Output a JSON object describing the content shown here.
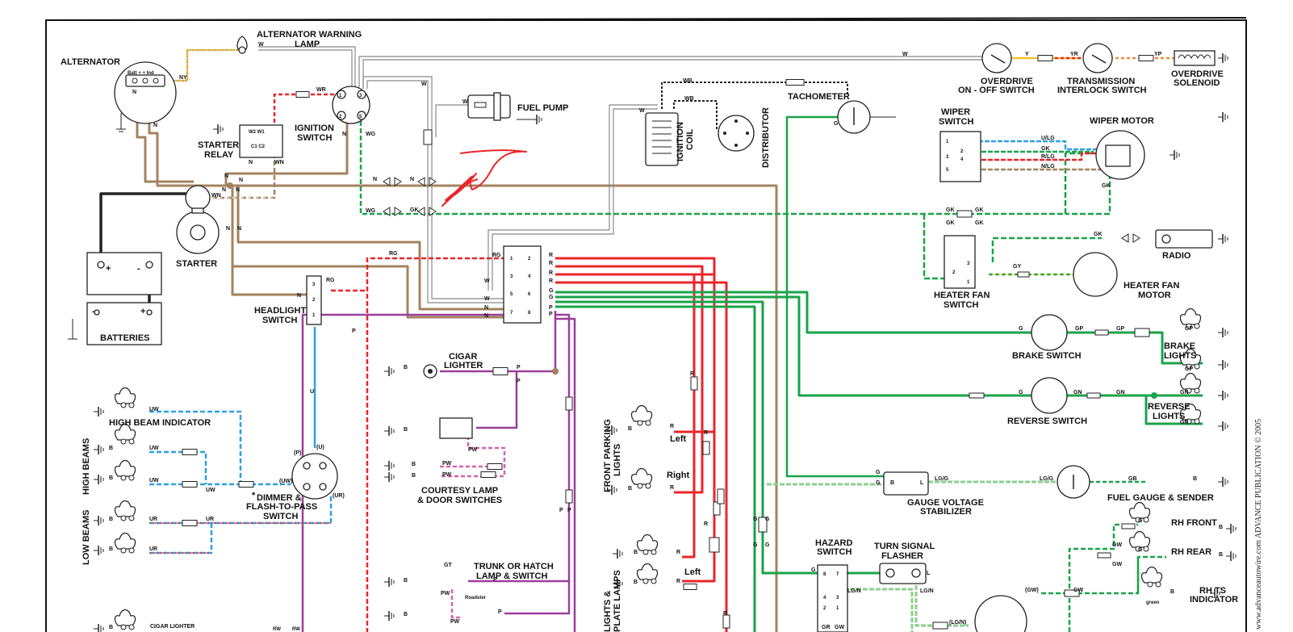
{
  "labels": {
    "alternator_warning_lamp_1": "ALTERNATOR WARNING",
    "alternator_warning_lamp_2": "LAMP",
    "alternator": "ALTERNATOR",
    "alt_terminals": "Batt + + Ind",
    "ignition_switch_1": "IGNITION",
    "ignition_switch_2": "SWITCH",
    "starter_relay_1": "STARTER",
    "starter_relay_2": "RELAY",
    "fuel_pump": "FUEL PUMP",
    "ignition_coil_1": "IGNITION",
    "ignition_coil_2": "COIL",
    "distributor": "DISTRIBUTOR",
    "tachometer": "TACHOMETER",
    "overdrive_switch_1": "OVERDRIVE",
    "overdrive_switch_2": "ON - OFF SWITCH",
    "transmission_switch_1": "TRANSMISSION",
    "transmission_switch_2": "INTERLOCK SWITCH",
    "overdrive_solenoid_1": "OVERDRIVE",
    "overdrive_solenoid_2": "SOLENOID",
    "wiper_switch_1": "WIPER",
    "wiper_switch_2": "SWITCH",
    "wiper_motor": "WIPER MOTOR",
    "radio": "RADIO",
    "heater_fan_switch_1": "HEATER FAN",
    "heater_fan_switch_2": "SWITCH",
    "heater_fan_motor_1": "HEATER FAN",
    "heater_fan_motor_2": "MOTOR",
    "starter": "STARTER",
    "batteries": "BATTERIES",
    "headlight_switch_1": "HEADLIGHT",
    "headlight_switch_2": "SWITCH",
    "brake_switch": "BRAKE SWITCH",
    "brake_lights_1": "BRAKE",
    "brake_lights_2": "LIGHTS",
    "reverse_switch": "REVERSE SWITCH",
    "reverse_lights_1": "REVERSE",
    "reverse_lights_2": "LIGHTS",
    "cigar_lighter_1": "CIGAR",
    "cigar_lighter_2": "LIGHTER",
    "high_beam_indicator": "HIGH BEAM INDICATOR",
    "high_beams": "HIGH BEAMS",
    "low_beams": "LOW BEAMS",
    "dimmer_1": "DIMMER &",
    "dimmer_2": "FLASH-TO-PASS",
    "dimmer_3": "SWITCH",
    "courtesy_1": "COURTESY LAMP",
    "courtesy_2": "& DOOR SWITCHES",
    "front_parking_1": "FRONT PARKING",
    "front_parking_2": "LIGHTS",
    "left": "Left",
    "right": "Right",
    "left2": "Left",
    "gauge_stab_1": "GAUGE VOLTAGE",
    "gauge_stab_2": "STABILIZER",
    "fuel_gauge": "FUEL GAUGE & SENDER",
    "hazard_1": "HAZARD",
    "hazard_2": "SWITCH",
    "turn_flasher_1": "TURN SIGNAL",
    "turn_flasher_2": "FLASHER",
    "rh_front": "RH FRONT",
    "rh_rear": "RH REAR",
    "rh_ts_1": "RH TS",
    "rh_ts_2": "INDICATOR",
    "green": "green",
    "trunk_1": "TRUNK OR HATCH",
    "trunk_2": "LAMP & SWITCH",
    "roadster": "Roadster",
    "lights_plate_1": "LIGHTS &",
    "lights_plate_2": "PLATE LAMPS",
    "cigar_lighter_bottom": "CIGAR LIGHTER",
    "credit": "www.advanceautowire.com   ADVANCE PUBLICATION  © 2005"
  },
  "wire_codes": {
    "w": "W",
    "ny": "NY",
    "wr": "WR",
    "wg": "WG",
    "n": "N",
    "wn": "WN",
    "w2w1": "W2 W1",
    "c1c2": "C1  C2",
    "gk": "GK",
    "wb": "WB",
    "g": "G",
    "y": "Y",
    "yr": "YR",
    "yp": "YP",
    "ulg": "U/LG",
    "rlg": "R/LG",
    "nlg": "N/LG",
    "gy": "GY",
    "rg": "RG",
    "r": "R",
    "p": "P",
    "u": "U",
    "uw": "UW",
    "ur": "UR",
    "gp": "GP",
    "gn": "GN",
    "pw": "PW",
    "gt": "GT",
    "lgg": "LG/G",
    "gb": "GB",
    "b": "B",
    "lgn": "LG/N",
    "gw": "GW",
    "gwp": "(GW)",
    "lgnp": "(LG/N)",
    "gr": "GR",
    "rw": "RW",
    "pp": "(P)",
    "up": "(U)",
    "uwp": "(UW)",
    "urp": "(UR)",
    "star": "*",
    "pos": "+",
    "neg": "-",
    "tl": "L",
    "t1": "1",
    "t2": "2",
    "t3": "3",
    "t4": "4",
    "t5": "5",
    "t6": "6",
    "t7": "7",
    "t8": "8"
  },
  "colors": {
    "tan": "#a3835f",
    "red": "#e8262b",
    "green": "#1aa34a",
    "light_green": "#8ccf8e",
    "purple": "#9b3f9a",
    "pink": "#d464a8",
    "blue": "#2f9fe0",
    "yellow": "#f2c230",
    "orange": "#f08a3c",
    "black": "#222222",
    "grey": "#9a9a9a"
  }
}
